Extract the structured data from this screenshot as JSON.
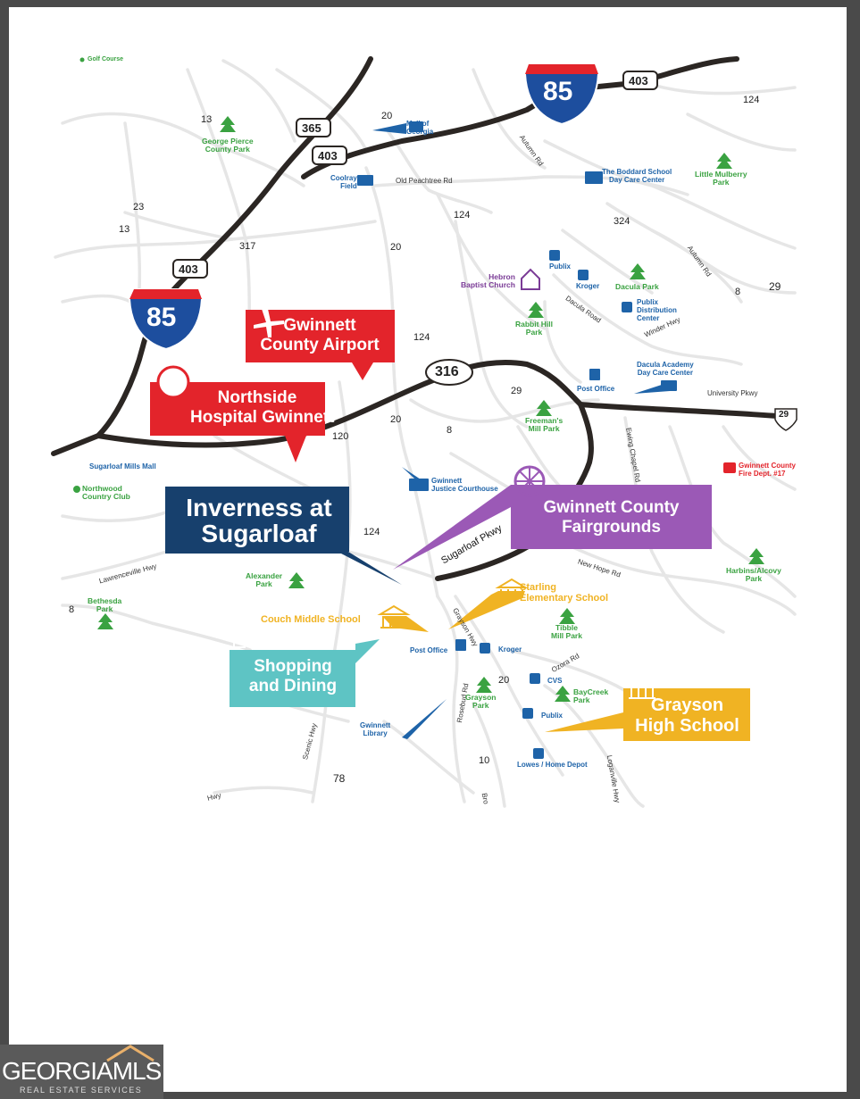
{
  "interstates": {
    "i85": "85"
  },
  "highways": {
    "r365": "365",
    "r403a": "403",
    "r403b": "403",
    "r403c": "403",
    "r316": "316",
    "r124a": "124",
    "r20a": "20",
    "r13a": "13",
    "r23": "23",
    "r13b": "13",
    "r317": "317",
    "r124b": "124",
    "r20b": "20",
    "r324": "324",
    "r8a": "8",
    "r29a": "29",
    "r124c": "124",
    "r29b": "29",
    "r120": "120",
    "r8b": "8",
    "r20c": "20",
    "r124d": "124",
    "r8c": "8",
    "r20d": "20",
    "r10": "10",
    "r78": "78",
    "us29": "29"
  },
  "roads": {
    "old_peachtree": "Old Peachtree Rd",
    "autumn1": "Autumn Rd",
    "autumn2": "Autumn Rd",
    "dacula_road": "Dacula Road",
    "winder": "Winder Hwy",
    "university": "University Pkwy",
    "ewing": "Ewing Chapel Rd",
    "new_hope": "New Hope Rd",
    "lawrenceville": "Lawrenceville Hwy",
    "grayson_hwy": "Grayson Hwy",
    "ozora": "Ozora Rd",
    "rosebud": "Rosebud Rd",
    "scenic": "Scenic Hwy",
    "loganville": "Loganville Hwy",
    "sugarloaf": "Sugarloaf Pkwy",
    "hwy_bottom": "Hwy",
    "bro": "Bro"
  },
  "places": {
    "golf_course": "Golf Course",
    "mall_of_georgia": "Mall of\nGeorgia",
    "coolray": "Coolray\nField",
    "boddard": "The Boddard School\nDay Care Center",
    "george_pierce": "George Pierce\nCounty Park",
    "little_mulberry": "Little Mulberry\nPark",
    "hebron": "Hebron\nBaptist Church",
    "publix1": "Publix",
    "kroger1": "Kroger",
    "dacula_park": "Dacula Park",
    "publix_dist": "Publix\nDistribution\nCenter",
    "rabbit_hill": "Rabbit Hill\nPark",
    "post_office1": "Post Office",
    "dacula_academy": "Dacula Academy\nDay Care Center",
    "freemans_mill": "Freeman's\nMill Park",
    "sugarloaf_mills": "Sugarloaf Mills Mall",
    "northwood": "Northwood\nCountry Club",
    "justice": "Gwinnett\nJustice Courthouse",
    "fire_dept": "Gwinnett County\nFire Dept. #17",
    "harbins": "Harbins/Alcovy\nPark",
    "alexander": "Alexander\nPark",
    "bethesda": "Bethesda\nPark",
    "tibble": "Tibble\nMill Park",
    "post_office2": "Post Office",
    "kroger2": "Kroger",
    "cvs": "CVS",
    "baycreek": "BayCreek\nPark",
    "grayson_park": "Grayson\nPark",
    "publix2": "Publix",
    "gwinnett_library": "Gwinnett\nLibrary",
    "lowes": "Lowes / Home Depot"
  },
  "callouts": {
    "airport": "Gwinnett\nCounty Airport",
    "hospital": "Northside\nHospital Gwinnett",
    "inverness": "Inverness at\nSugarloaf",
    "fairgrounds": "Gwinnett County\nFairgrounds",
    "shopping": "Shopping\nand Dining",
    "grayson_high": "Grayson\nHigh School",
    "starling": "Starling\nElementary School",
    "couch": "Couch Middle School"
  },
  "colors": {
    "red": "#e3242b",
    "navy": "#17406d",
    "purple": "#9b59b6",
    "teal": "#5ec4c4",
    "gold": "#f0b323",
    "park_green": "#3aa241",
    "blue": "#1e63a8"
  },
  "logo": {
    "main": "GEORGIAMLS",
    "sub": "REAL ESTATE SERVICES"
  }
}
